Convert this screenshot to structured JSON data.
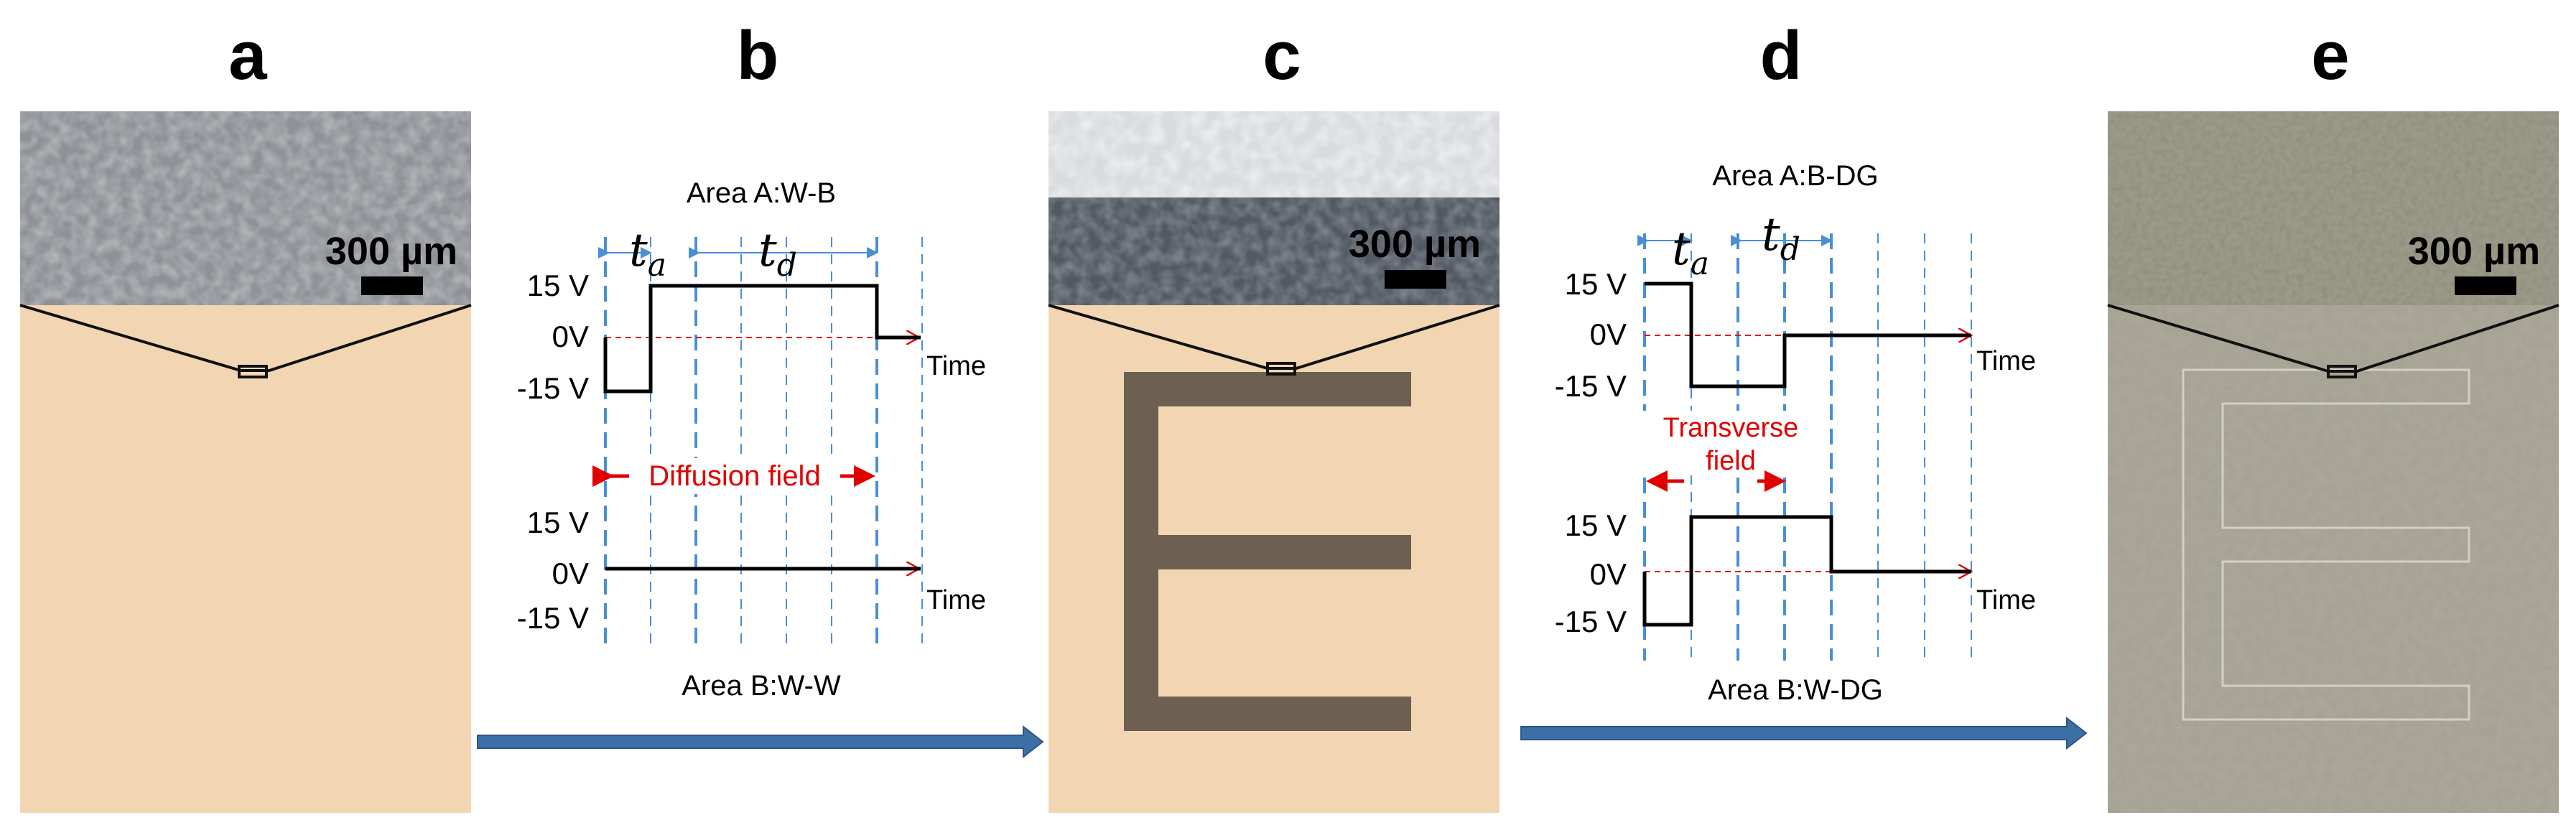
{
  "panels": {
    "a": {
      "letter": "a",
      "scale": "300 µm"
    },
    "b": {
      "letter": "b",
      "top_label": "Area A:W-B",
      "bottom_label": "Area B:W-W",
      "time_label_1": "Time",
      "time_label_2": "Time",
      "ta": "t",
      "ta_sub": "a",
      "td": "t",
      "td_sub": "d",
      "field_label": "Diffusion field",
      "volt_top": [
        "15 V",
        "0V",
        "-15 V"
      ],
      "volt_bottom": [
        "15 V",
        "0V",
        "-15 V"
      ]
    },
    "c": {
      "letter": "c",
      "scale": "300 µm",
      "pattern_letter": "E"
    },
    "d": {
      "letter": "d",
      "top_label": "Area A:B-DG",
      "bottom_label": "Area B:W-DG",
      "time_label_1": "Time",
      "time_label_2": "Time",
      "ta": "t",
      "ta_sub": "a",
      "td": "t",
      "td_sub": "d",
      "field_label_1": "Transverse",
      "field_label_2": "field",
      "volt_top": [
        "15 V",
        "0V",
        "-15 V"
      ],
      "volt_bottom": [
        "15 V",
        "0V",
        "-15 V"
      ]
    },
    "e": {
      "letter": "e",
      "scale": "300 µm",
      "pattern_letter": "E"
    }
  },
  "colors": {
    "paper_beige": "#f2d6b3",
    "dark_pattern": "#6e6050",
    "gray_panel": "#a6a293",
    "arrow_blue": "#3c6fa6",
    "dashed_blue": "#4a8fd6",
    "red": "#e00000"
  }
}
